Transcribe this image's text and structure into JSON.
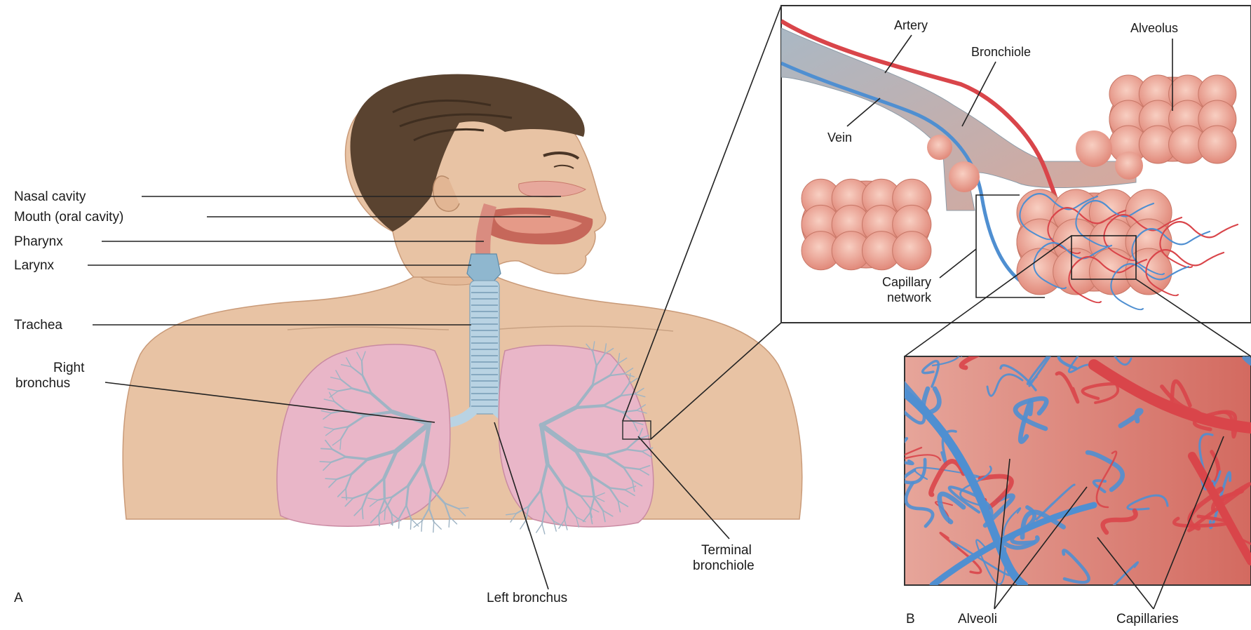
{
  "figure": {
    "panel_a": {
      "letter": "A",
      "labels": {
        "nasal_cavity": "Nasal cavity",
        "mouth": "Mouth (oral cavity)",
        "pharynx": "Pharynx",
        "larynx": "Larynx",
        "trachea": "Trachea",
        "right_bronchus_1": "Right",
        "right_bronchus_2": "bronchus",
        "left_bronchus": "Left bronchus",
        "terminal_bronchiole_1": "Terminal",
        "terminal_bronchiole_2": "bronchiole"
      }
    },
    "inset_top": {
      "labels": {
        "artery": "Artery",
        "bronchiole": "Bronchiole",
        "alveolus": "Alveolus",
        "vein": "Vein",
        "capillary_network_1": "Capillary",
        "capillary_network_2": "network"
      }
    },
    "panel_b": {
      "letter": "B",
      "labels": {
        "alveoli": "Alveoli",
        "capillaries": "Capillaries"
      }
    },
    "colors": {
      "skin": "#e8c3a4",
      "skin_shadow": "#d9a885",
      "hair": "#5a4330",
      "lung": "#e9b6c8",
      "bronchi": "#9fb4c4",
      "trachea": "#b9d3e3",
      "artery": "#d9454a",
      "vein": "#4f8fd1",
      "alveolus": "#f0a89a"
    }
  }
}
